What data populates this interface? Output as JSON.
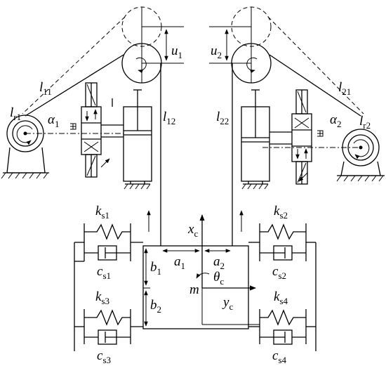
{
  "labels": {
    "u1": "u",
    "u1_sub": "1",
    "u2": "u",
    "u2_sub": "2",
    "l11": "l",
    "l11_sub": "11",
    "l21": "l",
    "l21_sub": "21",
    "l12": "l",
    "l12_sub": "12",
    "l22": "l",
    "l22_sub": "22",
    "lr1": "l",
    "lr1_sub": "r1",
    "lr2": "l",
    "lr2_sub": "r2",
    "alpha1": "α",
    "alpha1_sub": "1",
    "alpha2": "α",
    "alpha2_sub": "2",
    "ks1": "k",
    "ks1_sub": "s1",
    "ks2": "k",
    "ks2_sub": "s2",
    "ks3": "k",
    "ks3_sub": "s3",
    "ks4": "k",
    "ks4_sub": "s4",
    "cs1": "c",
    "cs1_sub": "s1",
    "cs2": "c",
    "cs2_sub": "s2",
    "cs3": "c",
    "cs3_sub": "s3",
    "cs4": "c",
    "cs4_sub": "s4",
    "xc": "x",
    "xc_sub": "c",
    "yc": "y",
    "yc_sub": "c",
    "thetac": "θ",
    "thetac_sub": "c",
    "a1": "a",
    "a1_sub": "1",
    "a2": "a",
    "a2_sub": "2",
    "b1": "b",
    "b1_sub": "1",
    "b2": "b",
    "b2_sub": "2",
    "m": "m"
  }
}
